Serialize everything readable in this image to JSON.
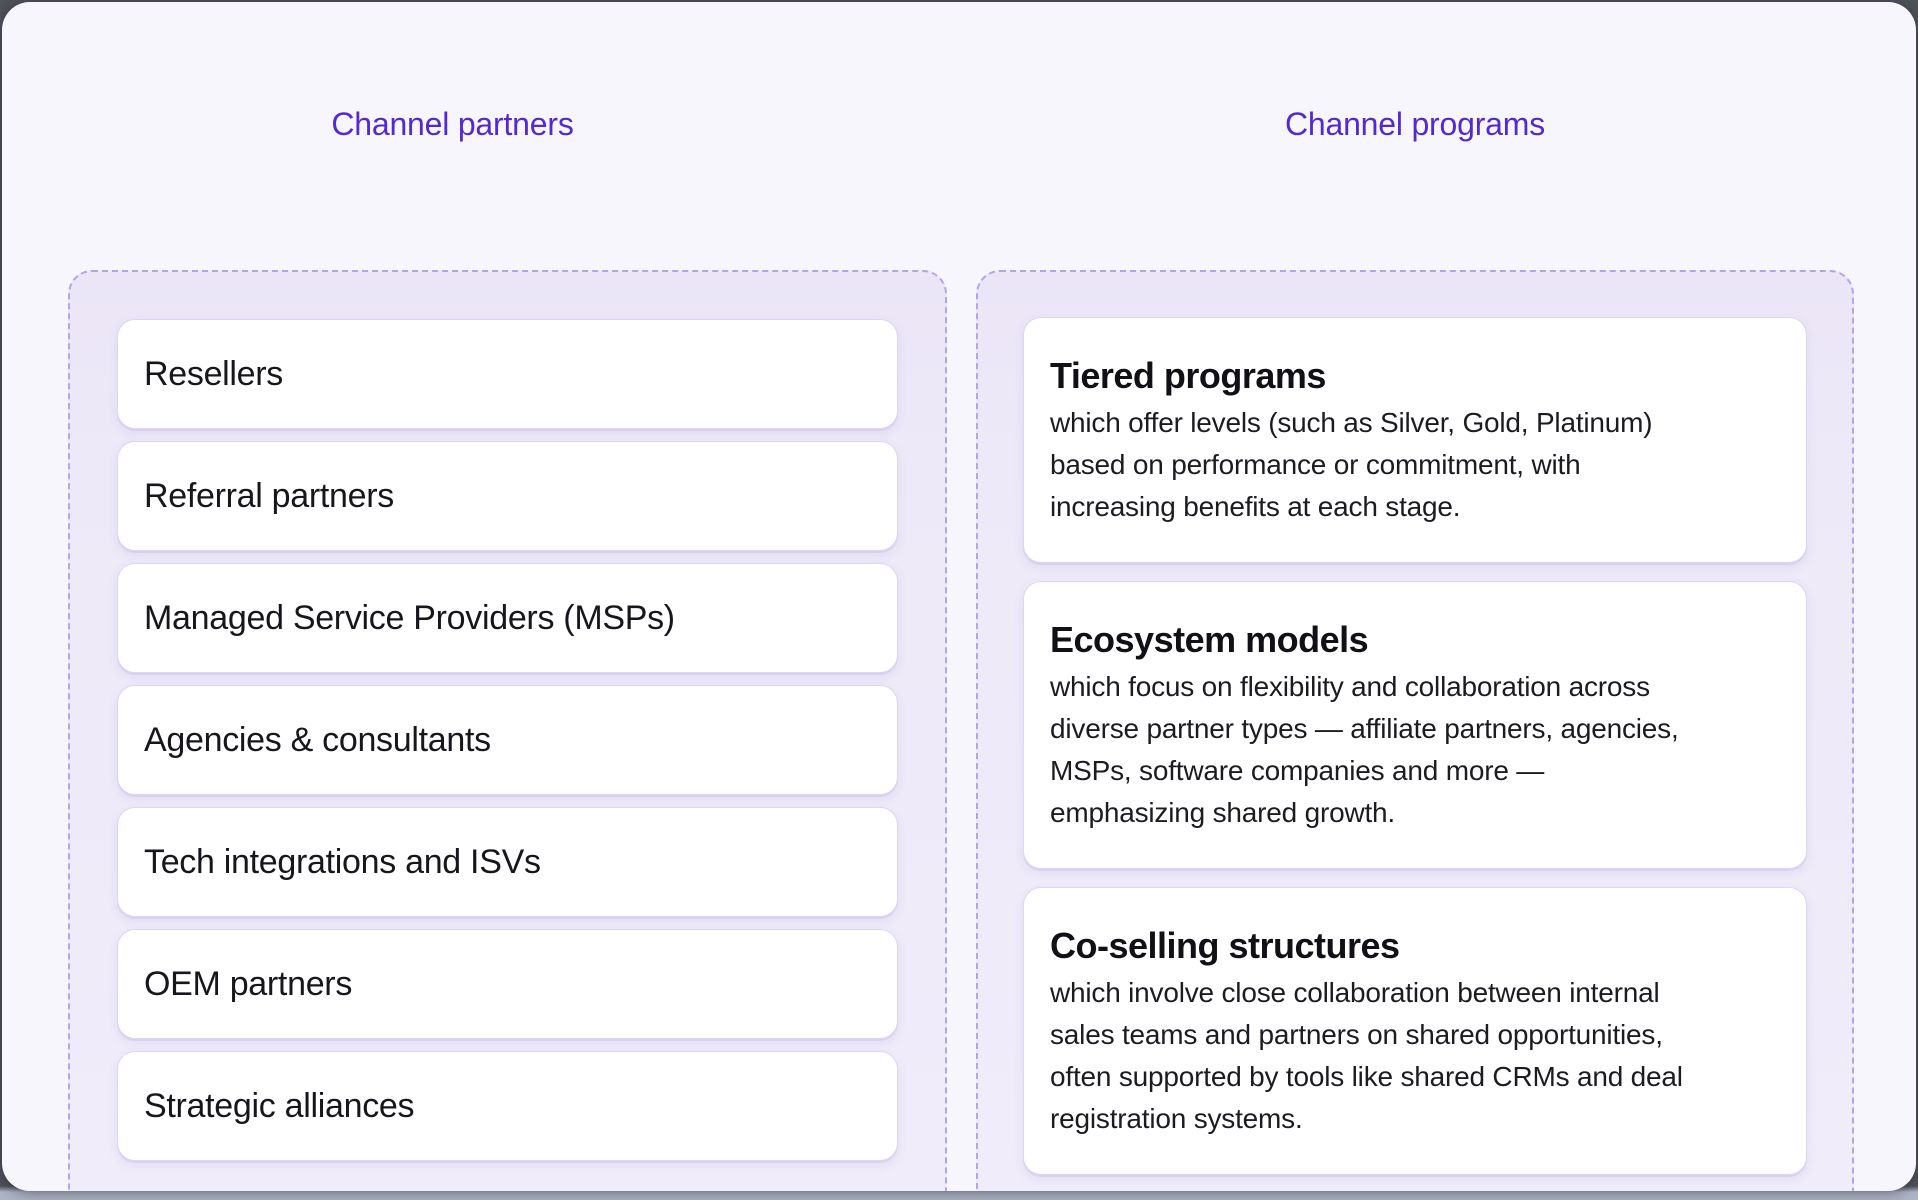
{
  "columns": [
    {
      "heading": "Channel partners",
      "items": [
        "Resellers",
        "Referral partners",
        "Managed Service Providers (MSPs)",
        "Agencies & consultants",
        "Tech integrations and ISVs",
        "OEM partners",
        "Strategic alliances"
      ]
    },
    {
      "heading": "Channel programs",
      "programs": [
        {
          "title": "Tiered programs",
          "description": "which offer levels (such as Silver, Gold, Platinum)\nbased on performance or commitment, with\nincreasing benefits at each stage."
        },
        {
          "title": "Ecosystem models",
          "description": "which focus on flexibility and collaboration across\ndiverse partner types — affiliate partners, agencies,\nMSPs, software companies and more —\nemphasizing shared growth."
        },
        {
          "title": "Co-selling structures",
          "description": "which involve close collaboration between internal\nsales teams and partners on shared opportunities,\noften supported by tools like shared CRMs and deal\nregistration systems."
        }
      ]
    }
  ],
  "colors": {
    "accent": "#5429d0",
    "dashed_border": "#b4a6e6",
    "panel_bg": "#ede9f8",
    "page_bg": "#f8f6fd",
    "card_bg": "#ffffff"
  }
}
